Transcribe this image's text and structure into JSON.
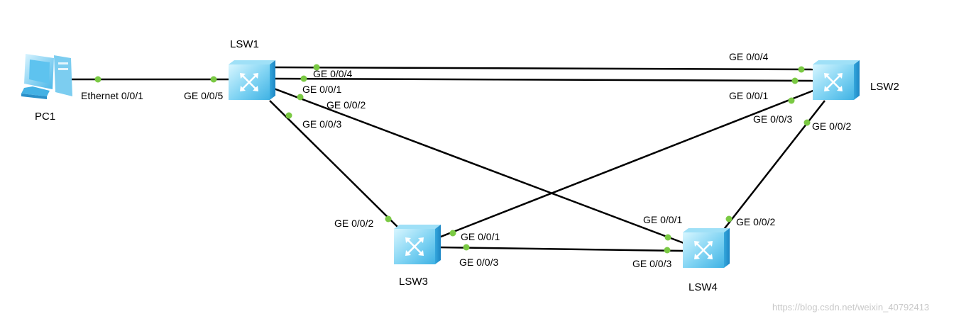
{
  "devices": {
    "pc1": "PC1",
    "lsw1": "LSW1",
    "lsw2": "LSW2",
    "lsw3": "LSW3",
    "lsw4": "LSW4"
  },
  "ports": {
    "pc1_eth": "Ethernet 0/0/1",
    "lsw1_ge5": "GE 0/0/5",
    "lsw1_ge4": "GE 0/0/4",
    "lsw1_ge1": "GE 0/0/1",
    "lsw1_ge2": "GE 0/0/2",
    "lsw1_ge3": "GE 0/0/3",
    "lsw2_ge4": "GE 0/0/4",
    "lsw2_ge1": "GE 0/0/1",
    "lsw2_ge3": "GE 0/0/3",
    "lsw2_ge2": "GE 0/0/2",
    "lsw3_ge2": "GE 0/0/2",
    "lsw3_ge1": "GE 0/0/1",
    "lsw3_ge3": "GE 0/0/3",
    "lsw4_ge1": "GE 0/0/1",
    "lsw4_ge2": "GE 0/0/2",
    "lsw4_ge3": "GE 0/0/3"
  },
  "watermark": "https://blog.csdn.net/weixin_40792413",
  "colors": {
    "link": "#000000",
    "port_dot": "#7ac943",
    "switch_light": "#bfefff",
    "switch_dark": "#29a9e0",
    "watermark": "#c8c8c8"
  },
  "icons": {
    "pc": "pc-icon",
    "switch": "switch-icon"
  }
}
